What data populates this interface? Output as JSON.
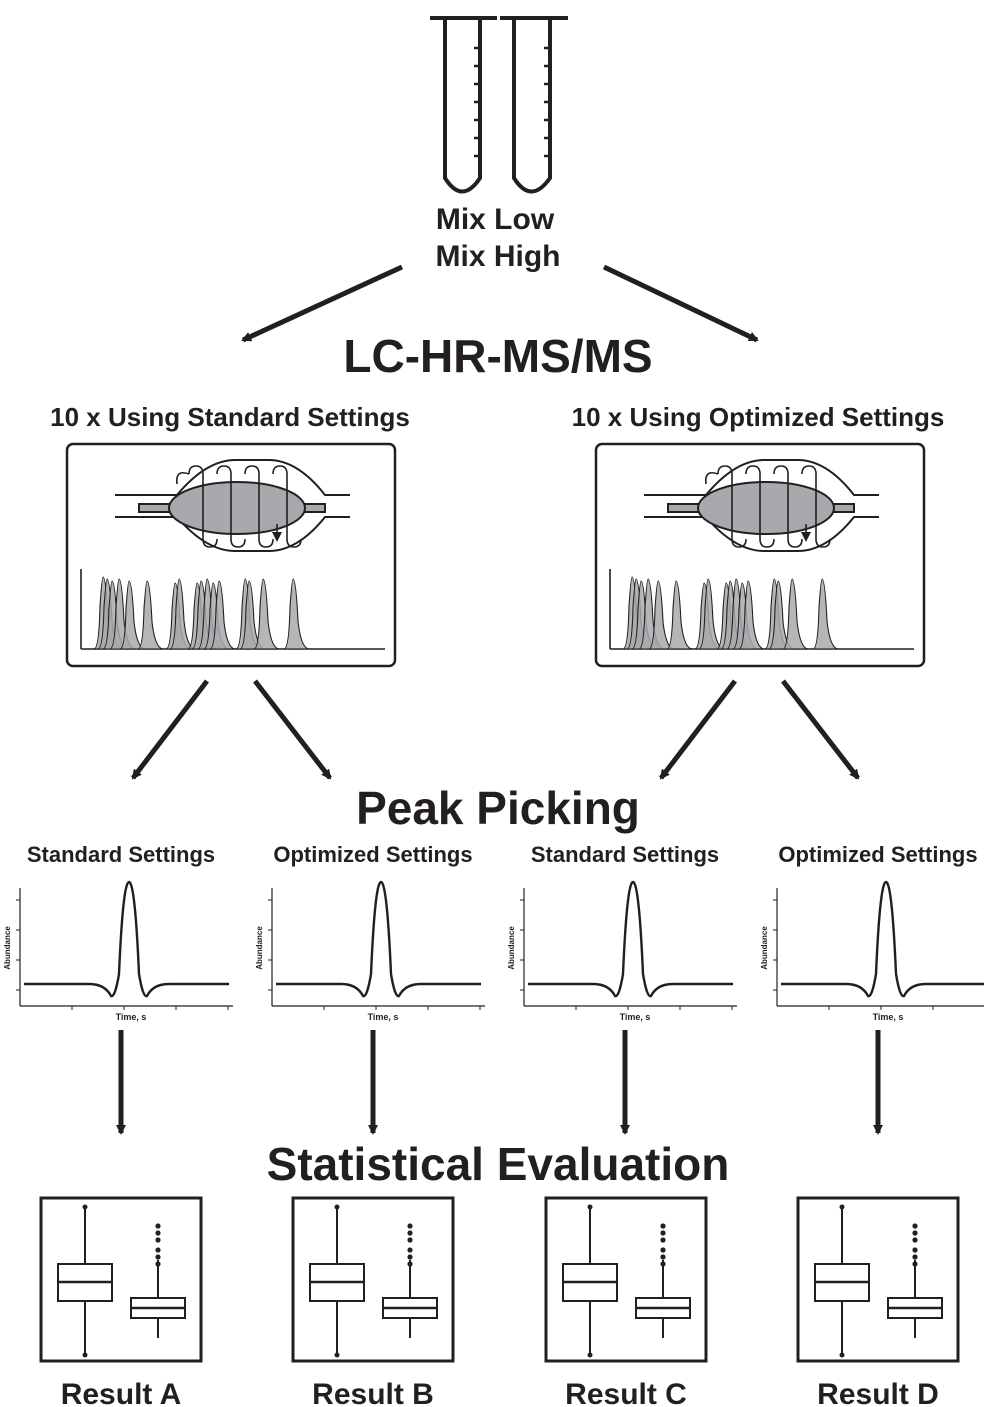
{
  "sample": {
    "line1": "Mix Low",
    "line2": "Mix High"
  },
  "stage1": {
    "title": "LC-HR-MS/MS",
    "left_label": "10 x Using Standard Settings",
    "right_label": "10 x Using Optimized Settings"
  },
  "stage2": {
    "title": "Peak Picking",
    "panels": [
      {
        "label": "Standard Settings",
        "ylabel": "Abundance",
        "xlabel": "Time, s"
      },
      {
        "label": "Optimized Settings",
        "ylabel": "Abundance",
        "xlabel": "Time, s"
      },
      {
        "label": "Standard Settings",
        "ylabel": "Abundance",
        "xlabel": "Time, s"
      },
      {
        "label": "Optimized Settings",
        "ylabel": "Abundance",
        "xlabel": "Time, s"
      }
    ]
  },
  "stage3": {
    "title": "Statistical Evaluation",
    "results": [
      "Result A",
      "Result B",
      "Result C",
      "Result D"
    ]
  },
  "colors": {
    "ink": "#231f20",
    "gray_fill": "#a7a9ac"
  },
  "icons": {
    "tubes": "test-tubes-icon",
    "orbitrap": "orbitrap-icon",
    "chromatogram": "chromatogram-icon",
    "boxplot": "boxplot-icon"
  }
}
